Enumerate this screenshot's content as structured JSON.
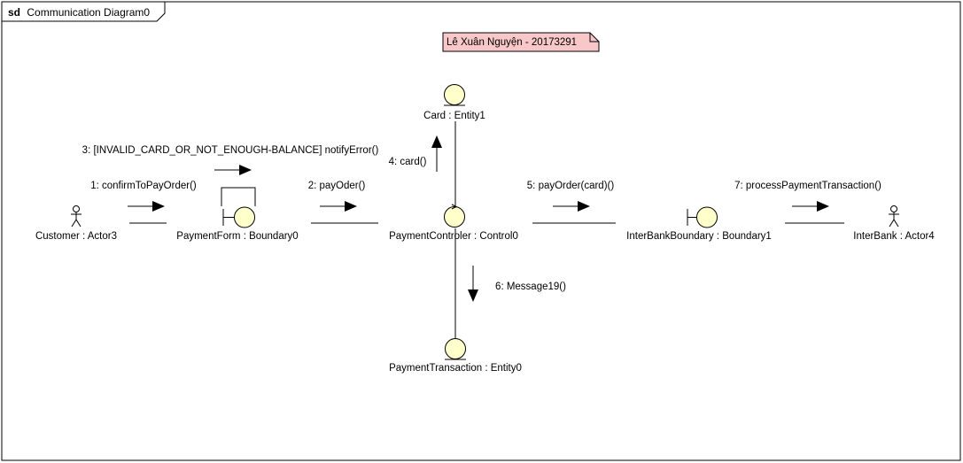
{
  "frame": {
    "keyword": "sd",
    "name": "Communication Diagram0"
  },
  "note": {
    "text": "Lê Xuân Nguyện - 20173291",
    "fill": "#f8c8c8"
  },
  "lifelines": [
    {
      "id": "customer",
      "label": "Customer : Actor3",
      "kind": "actor"
    },
    {
      "id": "paymentform",
      "label": "PaymentForm : Boundary0",
      "kind": "boundary"
    },
    {
      "id": "controller",
      "label": "PaymentControler : Control0",
      "kind": "control"
    },
    {
      "id": "card",
      "label": "Card : Entity1",
      "kind": "entity"
    },
    {
      "id": "transaction",
      "label": "PaymentTransaction : Entity0",
      "kind": "entity"
    },
    {
      "id": "interbankboundary",
      "label": "InterBankBoundary : Boundary1",
      "kind": "boundary"
    },
    {
      "id": "interbank",
      "label": "InterBank : Actor4",
      "kind": "actor"
    }
  ],
  "messages": [
    {
      "id": "m1",
      "label": "1: confirmToPayOrder()"
    },
    {
      "id": "m2",
      "label": "2: payOder()"
    },
    {
      "id": "m3",
      "label": "3: [INVALID_CARD_OR_NOT_ENOUGH-BALANCE] notifyError()"
    },
    {
      "id": "m4",
      "label": "4: card()"
    },
    {
      "id": "m5",
      "label": "5: payOrder(card)()"
    },
    {
      "id": "m6",
      "label": "6: Message19()"
    },
    {
      "id": "m7",
      "label": "7: processPaymentTransaction()"
    }
  ],
  "colors": {
    "element_fill": "#ffffcc",
    "stroke": "#000000"
  }
}
